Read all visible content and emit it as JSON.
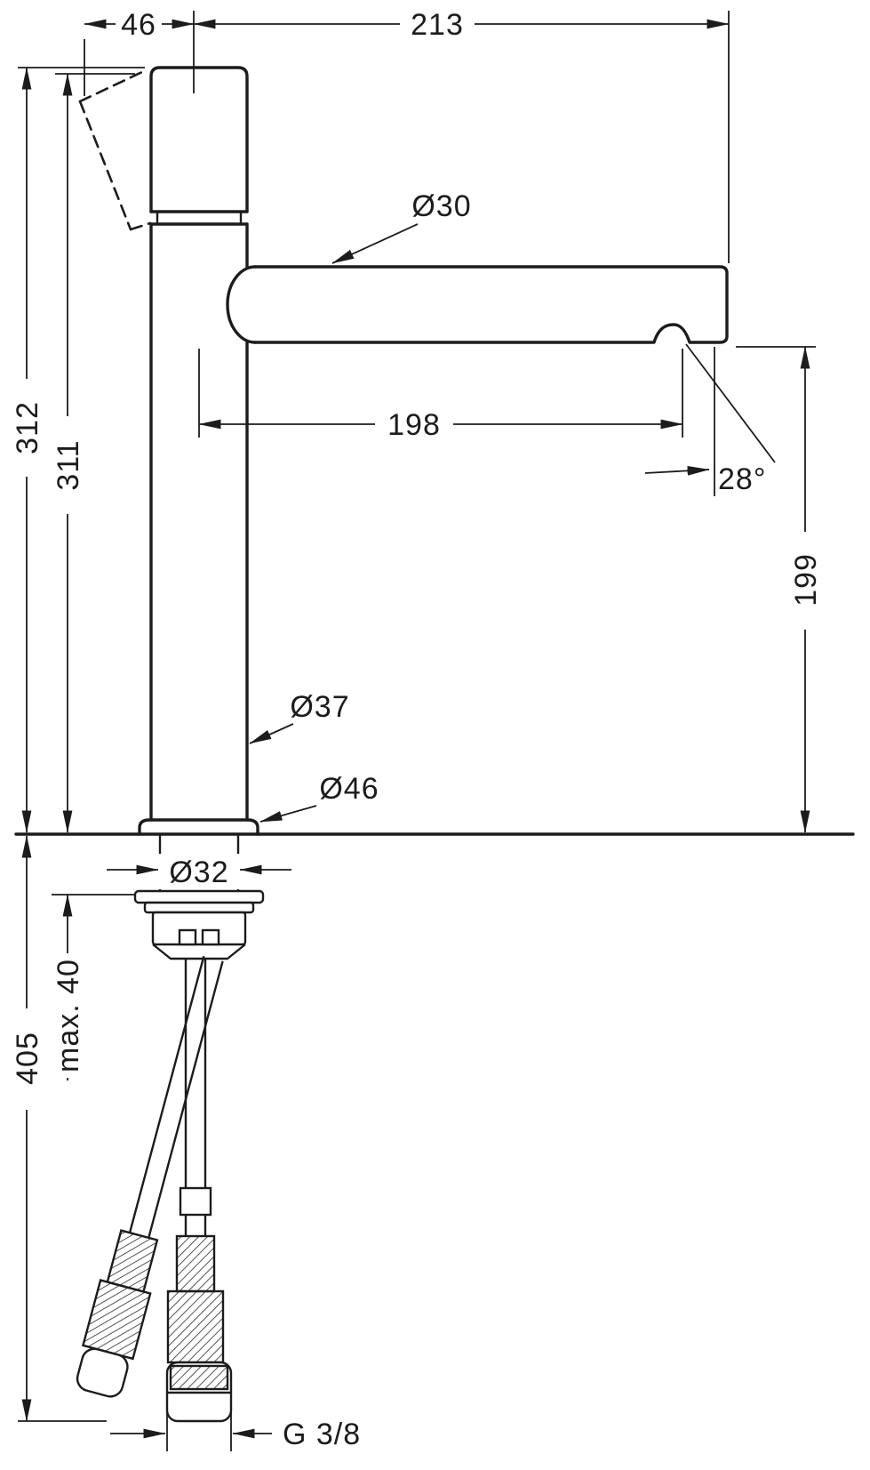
{
  "drawing": {
    "type": "technical-dimension-drawing",
    "subject": "single-lever tall basin mixer faucet, side view with mounting hardware and supply hoses",
    "background": "#ffffff",
    "line_color": "#1c1c1c"
  },
  "labels": {
    "handle_offset": "46",
    "overall_width": "213",
    "spout_tube_diameter": "Ø30",
    "height_total": "312",
    "height_body": "311",
    "spout_reach": "198",
    "spray_angle": "28°",
    "spout_clearance": "199",
    "body_diameter": "Ø37",
    "base_diameter": "Ø46",
    "tail_diameter": "Ø32",
    "max_counter_thickness": "max. 40",
    "hose_drop": "405",
    "connection_thread": "G 3/8"
  }
}
